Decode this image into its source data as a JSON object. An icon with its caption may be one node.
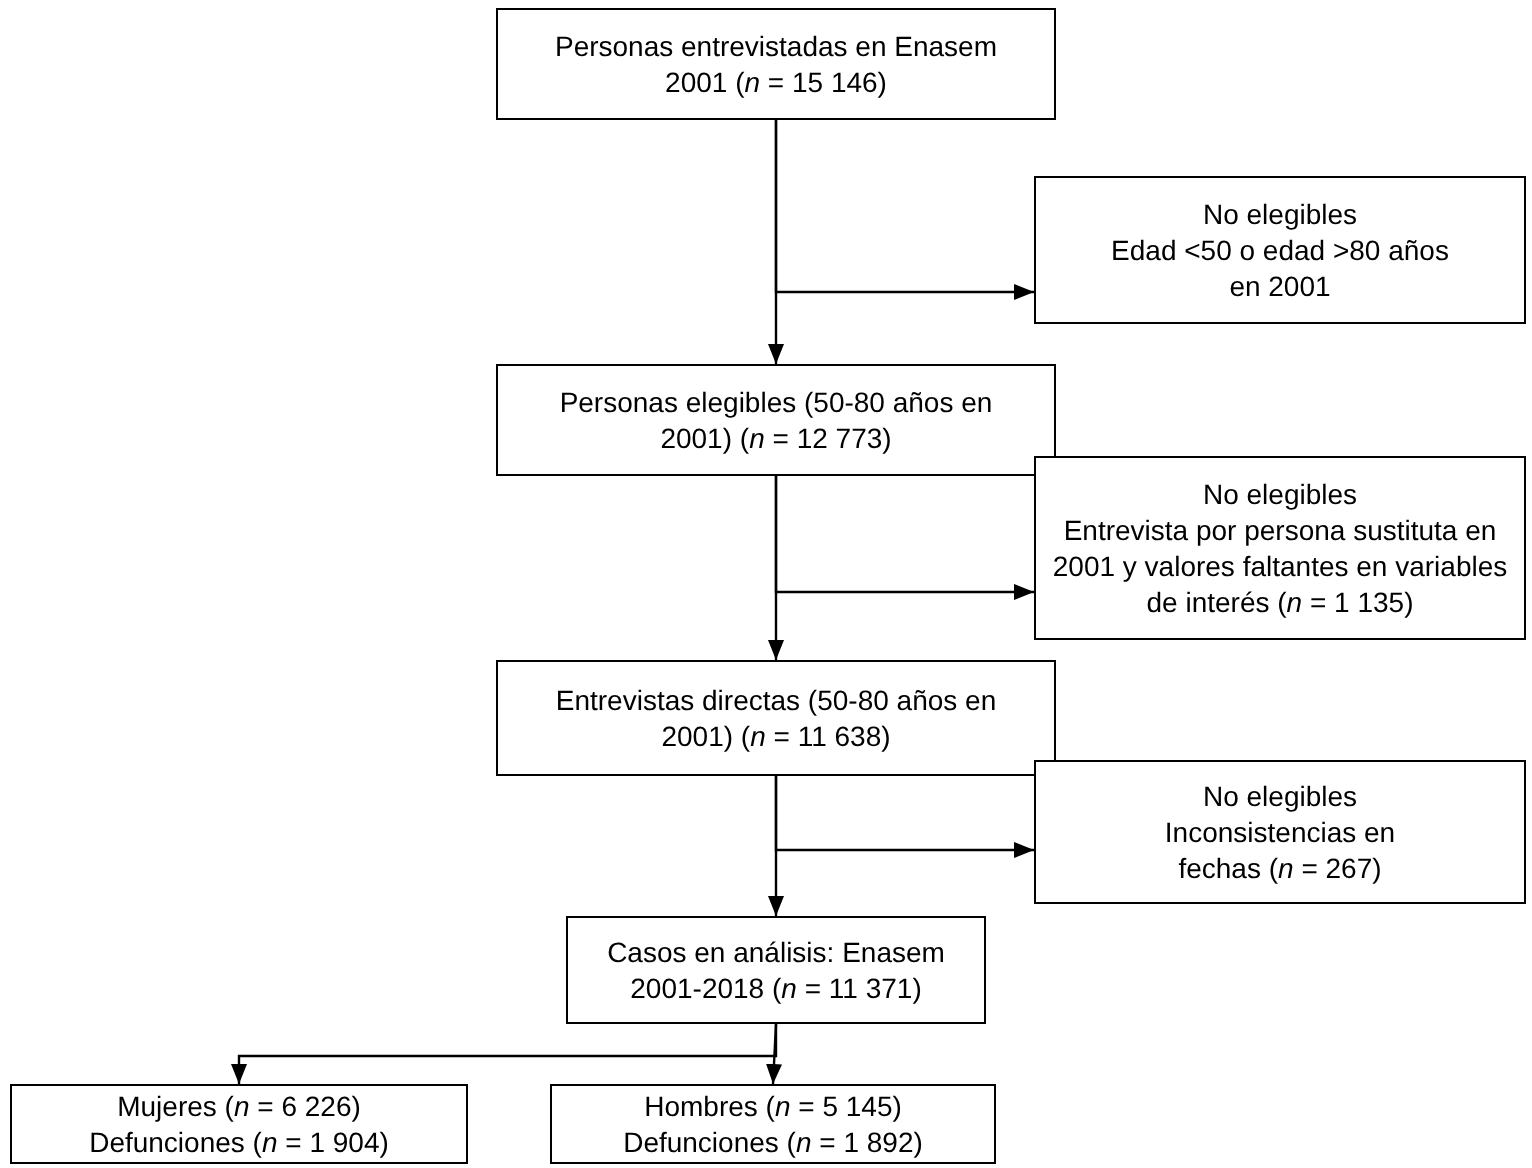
{
  "diagram": {
    "nodes": [
      {
        "text": [
          "Personas entrevistadas en Enasem 2001 (*n* = 15 146)"
        ]
      },
      {
        "text": [
          "No elegibles",
          "Edad <50 o edad >80 años en  2001"
        ]
      },
      {
        "text": [
          "Personas elegibles (50-80 años en 2001) (*n* = 12 773)"
        ]
      },
      {
        "text": [
          "No elegibles",
          "Entrevista por persona sustituta en 2001 y valores faltantes en variables de interés  (*n* = 1 135)"
        ]
      },
      {
        "text": [
          "Entrevistas directas (50-80 años en 2001) (*n* = 11 638)"
        ]
      },
      {
        "text": [
          "No elegibles",
          "Inconsistencias en fechas (*n* = 267)"
        ]
      },
      {
        "text": [
          "Casos en análisis: Enasem 2001-2018 (*n* = 11 371)"
        ]
      },
      {
        "text": [
          "Mujeres (*n* = 6 226) Defunciones (*n* = 1 904)"
        ]
      },
      {
        "text": [
          "Hombres (*n* = 5 145) Defunciones (*n* = 1 892)"
        ]
      }
    ],
    "edges": [
      {
        "from": 0,
        "to": 2,
        "arrow": "to"
      },
      {
        "from": 0,
        "to": 1,
        "arrow": "to"
      },
      {
        "from": 2,
        "to": 4,
        "arrow": "to"
      },
      {
        "from": 2,
        "to": 3,
        "arrow": "to"
      },
      {
        "from": 4,
        "to": 6,
        "arrow": "to"
      },
      {
        "from": 4,
        "to": 5,
        "arrow": "to"
      },
      {
        "from": 6,
        "to": 7,
        "arrow": "to"
      },
      {
        "from": 6,
        "to": 8,
        "arrow": "to"
      }
    ]
  }
}
